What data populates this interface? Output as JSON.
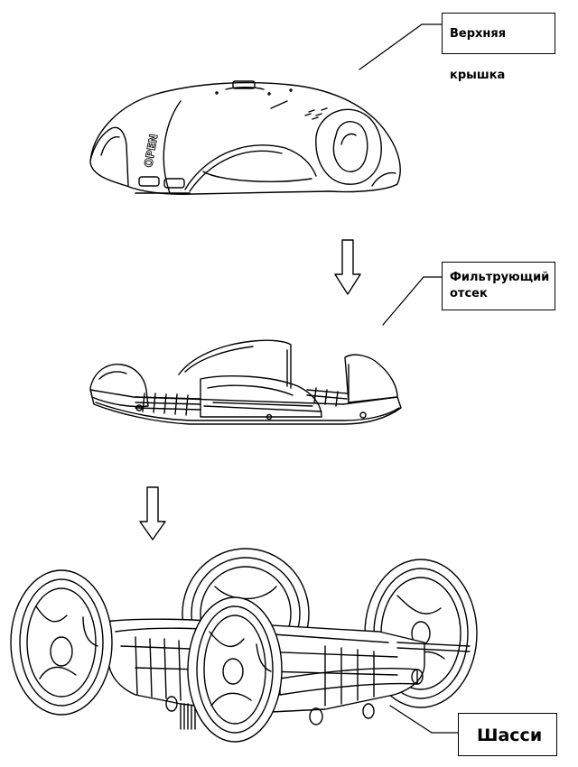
{
  "labels": {
    "top_cover": "Верхняя крышка",
    "filter_line1": "Фильтрующий",
    "filter_line2": "отсек",
    "chassis": "Шасси"
  },
  "cover_marking": "OPEN"
}
